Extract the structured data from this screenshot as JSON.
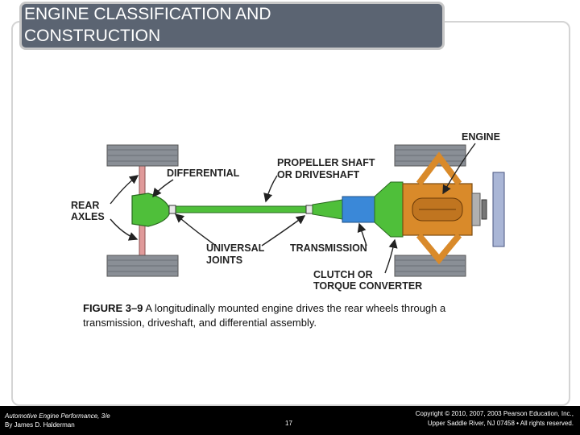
{
  "slide": {
    "title_line1": "ENGINE CLASSIFICATION AND",
    "title_line2": "CONSTRUCTION"
  },
  "diagram": {
    "labels": {
      "engine": "ENGINE",
      "propeller_line1": "PROPELLER SHAFT",
      "propeller_line2": "OR DRIVESHAFT",
      "differential": "DIFFERENTIAL",
      "rear_line1": "REAR",
      "rear_line2": "AXLES",
      "universal_line1": "UNIVERSAL",
      "universal_line2": "JOINTS",
      "transmission": "TRANSMISSION",
      "clutch_line1": "CLUTCH OR",
      "clutch_line2": "TORQUE CONVERTER"
    },
    "colors": {
      "axle": "#e09a9a",
      "driveshaft": "#4fbf3a",
      "transmission": "#3a88d8",
      "engine": "#d98a2a",
      "tire": "#8a8f96"
    }
  },
  "caption": {
    "figure": "FIGURE 3–9",
    "text": " A longitudinally mounted engine drives the rear wheels through a transmission, driveshaft, and differential assembly."
  },
  "footer": {
    "book_title": "Automotive Engine Performance, 3/e",
    "author": "By James D. Halderman",
    "page": "17",
    "copyright_line1": "Copyright © 2010, 2007, 2003 Pearson Education, Inc.,",
    "copyright_line2": "Upper Saddle River, NJ 07458 • All rights reserved."
  }
}
